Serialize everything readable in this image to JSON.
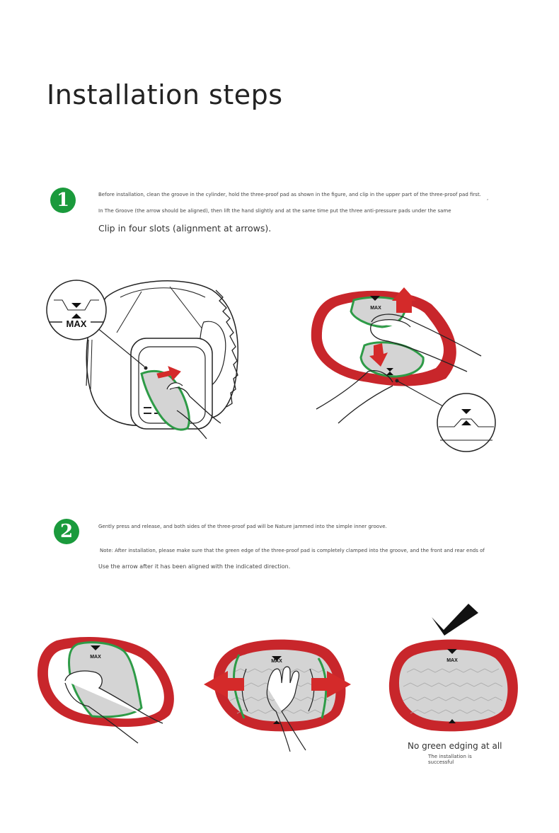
{
  "title": "Installation steps",
  "step1": {
    "number": "1",
    "line1": "Before installation, clean the groove in the cylinder, hold the three-proof pad as shown in the figure, and clip in the upper part of the three-proof pad first.",
    "comma": ",",
    "line2": "In The Groove (the arrow should be aligned), then lift the hand slightly and at the same time put the three anti-pressure pads under the same",
    "line3": "Clip in four slots (alignment at arrows)."
  },
  "step2": {
    "number": "2",
    "line1": "Gently press and release, and both sides of the three-proof pad will be Nature jammed into the simple inner groove.",
    "line2": "Note: After installation, please make sure that the green edge of the three-proof pad is completely clamped into the groove, and the front and rear ends of",
    "line3": "Use the arrow after it has been aligned with the indicated direction."
  },
  "labels": {
    "max": "MAX"
  },
  "result": {
    "caption": "No green edging at all",
    "note_line1": "The installation is",
    "note_line2": "successful"
  },
  "colors": {
    "accent_green": "#1a9a3c",
    "pad_red": "#c8262b",
    "arrow_red": "#d42a2a",
    "edge_green": "#2e9b47",
    "pad_gray": "#d4d4d4"
  }
}
